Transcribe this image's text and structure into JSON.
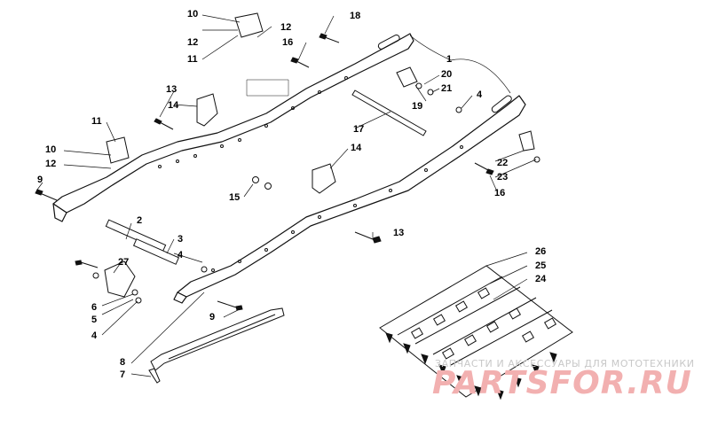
{
  "diagram": {
    "callouts": {
      "c1": "1",
      "c2": "2",
      "c3": "3",
      "c4a": "4",
      "c4b": "4",
      "c4c": "4",
      "c5": "5",
      "c6": "6",
      "c7": "7",
      "c8": "8",
      "c9a": "9",
      "c9b": "9",
      "c10a": "10",
      "c10b": "10",
      "c11a": "11",
      "c11b": "11",
      "c12a": "12",
      "c12b": "12",
      "c12c": "12",
      "c13a": "13",
      "c13b": "13",
      "c14a": "14",
      "c14b": "14",
      "c15": "15",
      "c16a": "16",
      "c16b": "16",
      "c17": "17",
      "c18": "18",
      "c19": "19",
      "c20": "20",
      "c21": "21",
      "c22": "22",
      "c23": "23",
      "c24": "24",
      "c25": "25",
      "c26": "26",
      "c27": "27"
    }
  },
  "watermark": {
    "tagline": "ЗАПЧАСТИ И АКСЕССУАРЫ ДЛЯ МОТОТЕХНИКИ",
    "brand": "PARTSFOR.RU",
    "color": "#f2b0b0"
  }
}
